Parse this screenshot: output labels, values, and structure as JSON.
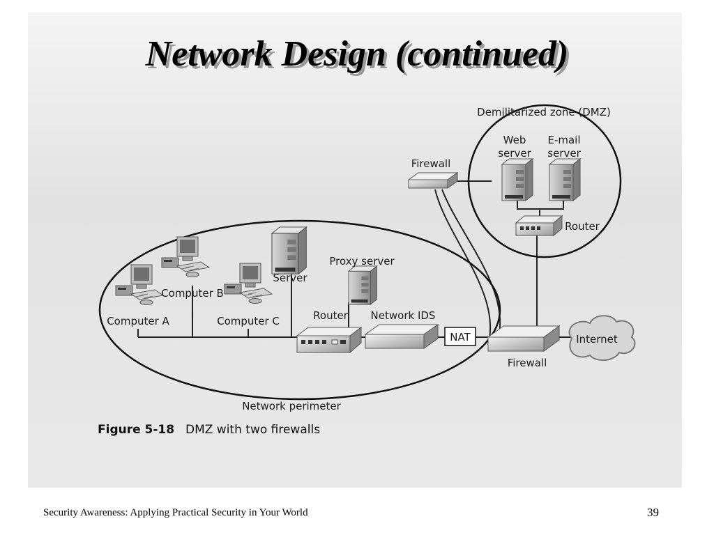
{
  "slide": {
    "title": "Network Design (continued)",
    "footer": "Security Awareness: Applying Practical Security in Your World",
    "page_number": "39"
  },
  "diagram": {
    "zones": {
      "dmz": "Demilitarized zone (DMZ)",
      "perimeter": "Network perimeter"
    },
    "nodes": {
      "web_server": [
        "Web",
        "server"
      ],
      "email_server": [
        "E-mail",
        "server"
      ],
      "dmz_router": "Router",
      "top_firewall": "Firewall",
      "computer_a": "Computer A",
      "computer_b": "Computer B",
      "computer_c": "Computer C",
      "server": "Server",
      "proxy_server": "Proxy server",
      "internal_router": "Router",
      "network_ids": "Network IDS",
      "nat": "NAT",
      "outer_firewall": "Firewall",
      "internet": "Internet"
    },
    "figure": {
      "number": "Figure 5-18",
      "caption": "DMZ with two firewalls"
    }
  }
}
